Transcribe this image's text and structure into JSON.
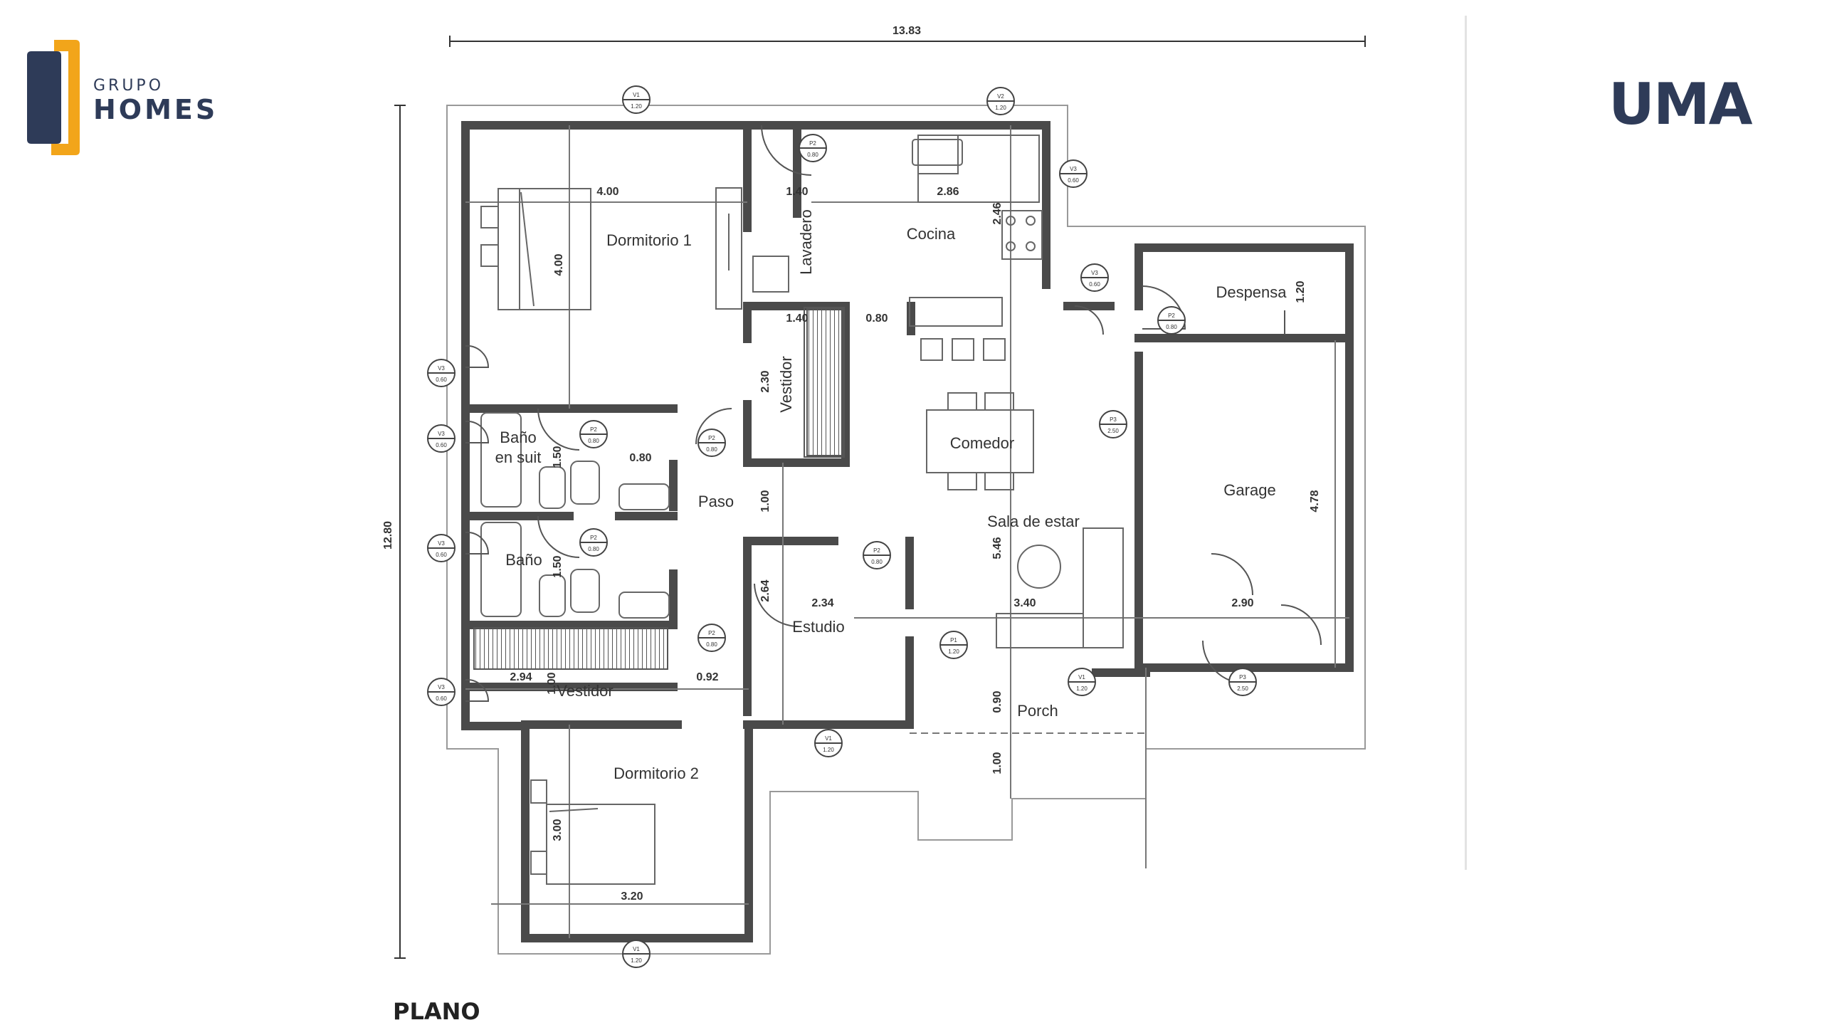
{
  "brand": {
    "logo_top": "GRUPO",
    "logo_main": "HOMES",
    "logo_colors": {
      "dark": "#2e3b58",
      "accent": "#f2a51a"
    },
    "partner": "UMA"
  },
  "plan_title": "PLANO",
  "rooms": {
    "dormitorio1": "Dormitorio 1",
    "lavadero": "Lavadero",
    "cocina": "Cocina",
    "despensa": "Despensa",
    "vestidor_upper": "Vestidor",
    "comedor": "Comedor",
    "bano_suit_1": "Baño",
    "bano_suit_2": "en suit",
    "paso": "Paso",
    "garage": "Garage",
    "sala": "Sala de estar",
    "bano": "Baño",
    "estudio": "Estudio",
    "vestidor_lower": "Vestidor",
    "porch": "Porch",
    "dormitorio2": "Dormitorio 2"
  },
  "dimensions": {
    "overall_width": "13.83",
    "overall_height": "12.80",
    "d1_width": "4.00",
    "d1_height": "4.00",
    "lav_width": "1.40",
    "cocina_width": "2.86",
    "cocina_height": "2.46",
    "lav_lower": "1.40",
    "pass_080": "0.80",
    "despensa_h": "1.20",
    "vest_h": "2.30",
    "suit_h": "1.50",
    "suit_door": "0.80",
    "paso_w": "1.00",
    "bano_h": "1.50",
    "garage_h": "4.78",
    "garage_w": "2.90",
    "estudio_h": "2.64",
    "estudio_w": "2.34",
    "sala_h": "5.46",
    "sala_w": "3.40",
    "vest2_w": "2.94",
    "vest2_h": "1.00",
    "vest2_door": "0.92",
    "porch_h": "0.90",
    "porch_ext": "1.00",
    "d2_h": "3.00",
    "d2_w": "3.20"
  },
  "openings": {
    "v1": "V1",
    "v1_size": "1.20",
    "v2": "V2",
    "v2_size": "1.20",
    "v3": "V3",
    "v3_size": "0.60",
    "p1": "P1",
    "p1_size": "1.20",
    "p2": "P2",
    "p2_size": "0.80",
    "p3": "P3",
    "p3_size": "2.50"
  }
}
